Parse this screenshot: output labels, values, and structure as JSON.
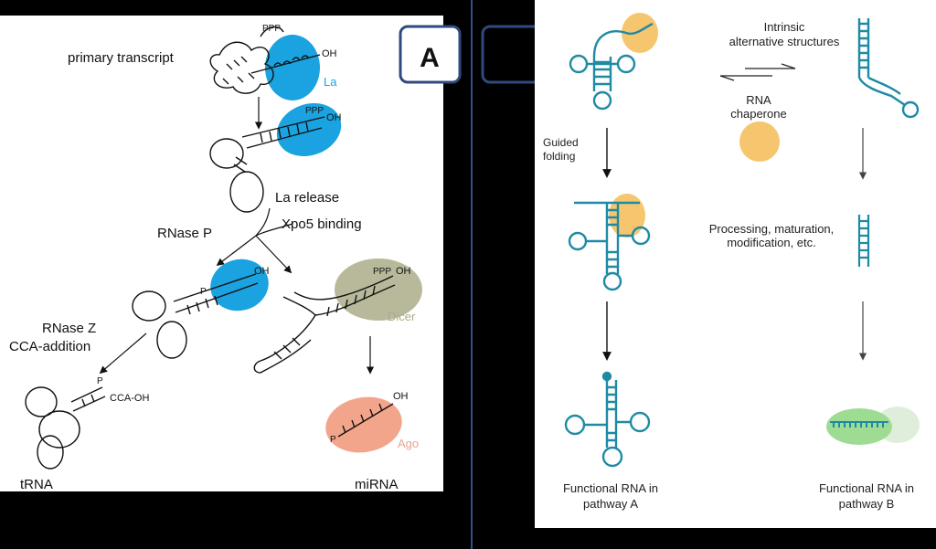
{
  "panel_a": {
    "badge": "A",
    "primary_transcript": "primary transcript",
    "ppp_top": "PPP",
    "oh_top": "OH",
    "la_top": "La",
    "ppp_second": "PPP",
    "oh_second": "OH",
    "la_release": "La release",
    "xpo5_binding": "Xpo5 binding",
    "rnase_p": "RNase P",
    "p_mid": "P",
    "oh_mid": "OH",
    "ppp_dicer": "PPP",
    "oh_dicer": "OH",
    "dicer": "Dicer",
    "rnase_z": "RNase Z",
    "cca_addition": "CCA-addition",
    "p_trna": "P",
    "cca_oh": "CCA-OH",
    "oh_ago": "OH",
    "p_ago": "P",
    "ago": "Ago",
    "trna": "tRNA",
    "mirna": "miRNA"
  },
  "panel_b": {
    "intrinsic_1": "Intrinsic",
    "intrinsic_2": "alternative structures",
    "rna_chaperone_1": "RNA",
    "rna_chaperone_2": "chaperone",
    "guided_1": "Guided",
    "guided_2": "folding",
    "processing_1": "Processing, maturation,",
    "processing_2": "modification, etc.",
    "functional_a_1": "Functional RNA in",
    "functional_a_2": "pathway A",
    "functional_b_1": "Functional RNA in",
    "functional_b_2": "pathway B"
  },
  "colors": {
    "background": "#000000",
    "panel": "#ffffff",
    "divider": "#2f4f8f",
    "la_protein": "#1aa3e0",
    "dicer_protein": "#b8b99a",
    "ago_protein": "#f2a58a",
    "rna_teal": "#1f8aa3",
    "chaperone": "#f6c66e",
    "green_protein": "#9fdc93"
  }
}
